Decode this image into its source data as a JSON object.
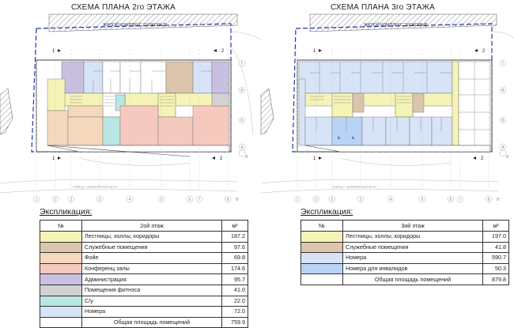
{
  "plans": [
    {
      "title": "СХЕМА ПЛАНА 2го ЭТАЖА",
      "complex_label": "ЖИЛОЙ КОМПЛЕКС \"ШОКОЛАД\"",
      "street_label": "УЛИЦА ЗЕМЛЯНОЙ ВАЛ",
      "col_axes": [
        "1",
        "1'",
        "2",
        "3",
        "4",
        "5",
        "6",
        "7",
        "8",
        "8'"
      ],
      "row_axes": [
        "Г",
        "В",
        "Б",
        "А",
        "А'"
      ],
      "section_marks": [
        "1",
        "2"
      ]
    },
    {
      "title": "СХЕМА ПЛАНА 3го ЭТАЖА",
      "complex_label": "ЖИЛОЙ КОМПЛЕКС \"ШОКОЛАД\"",
      "street_label": "УЛИЦА ЗЕМЛЯНОЙ ВАЛ",
      "col_axes": [
        "1",
        "1'",
        "2",
        "3",
        "4",
        "5",
        "6",
        "7",
        "8",
        "8'"
      ],
      "row_axes": [
        "Г",
        "В",
        "Б",
        "А",
        "А'"
      ],
      "section_marks": [
        "1",
        "2"
      ]
    }
  ],
  "explications": [
    {
      "title": "Экспликация:",
      "header": {
        "no": "№",
        "name": "2ой этаж",
        "unit": "м²"
      },
      "rows": [
        {
          "name": "Лестницы, холлы, коридоры",
          "value": "187.2",
          "color": "#f6f3b6"
        },
        {
          "name": "Служебные помещения",
          "value": "97.6",
          "color": "#dcc4ad"
        },
        {
          "name": "Фойе",
          "value": "69.8",
          "color": "#f6d9bd"
        },
        {
          "name": "Конференц залы",
          "value": "174.6",
          "color": "#f6c9bf"
        },
        {
          "name": "Администрация",
          "value": "95.7",
          "color": "#c9bfe0"
        },
        {
          "name": "Помещения фитнэса",
          "value": "41.0",
          "color": "#d2d2d2"
        },
        {
          "name": "С/у",
          "value": "22.0",
          "color": "#b8e6e2"
        },
        {
          "name": "Номера",
          "value": "72.0",
          "color": "#d7e3f7"
        }
      ],
      "total": {
        "name": "Общая площадь помещений",
        "value": "759.9"
      }
    },
    {
      "title": "Экспликация:",
      "header": {
        "no": "№",
        "name": "3ий этаж",
        "unit": "м²"
      },
      "rows": [
        {
          "name": "Лестницы, холлы, коридоры",
          "value": "197.0",
          "color": "#f6f3b6"
        },
        {
          "name": "Служебные помещения",
          "value": "41.8",
          "color": "#dcc4ad"
        },
        {
          "name": "Номера",
          "value": "590.7",
          "color": "#d7e3f7"
        },
        {
          "name": "Номера для инвалидов",
          "value": "50.3",
          "color": "#b9d3f5"
        }
      ],
      "total": {
        "name": "Общая площадь помещений",
        "value": "879.8"
      }
    }
  ]
}
